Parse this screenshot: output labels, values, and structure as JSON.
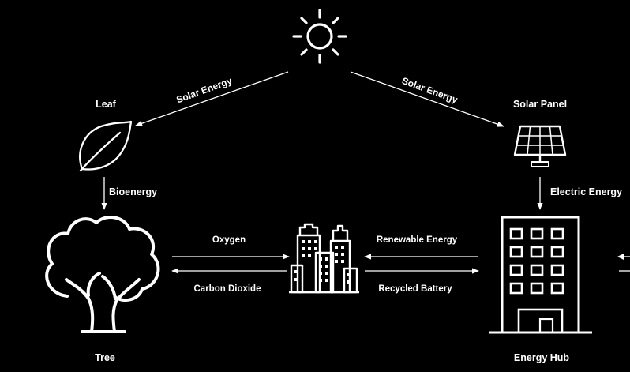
{
  "nodes": {
    "leaf": "Leaf",
    "solar_panel": "Solar Panel",
    "tree": "Tree",
    "energy_hub": "Energy Hub"
  },
  "edges": {
    "sun_to_leaf": "Solar Energy",
    "sun_to_panel": "Solar Energy",
    "leaf_to_tree": "Bioenergy",
    "panel_to_hub": "Electric Energy",
    "tree_to_city": "Oxygen",
    "city_to_tree": "Carbon Dioxide",
    "hub_to_city": "Renewable Energy",
    "city_to_hub": "Recycled Battery"
  },
  "icons": [
    "sun-icon",
    "leaf-icon",
    "solar-panel-icon",
    "tree-icon",
    "city-buildings-icon",
    "energy-hub-building-icon"
  ],
  "colors": {
    "background": "#000000",
    "foreground": "#ffffff"
  }
}
